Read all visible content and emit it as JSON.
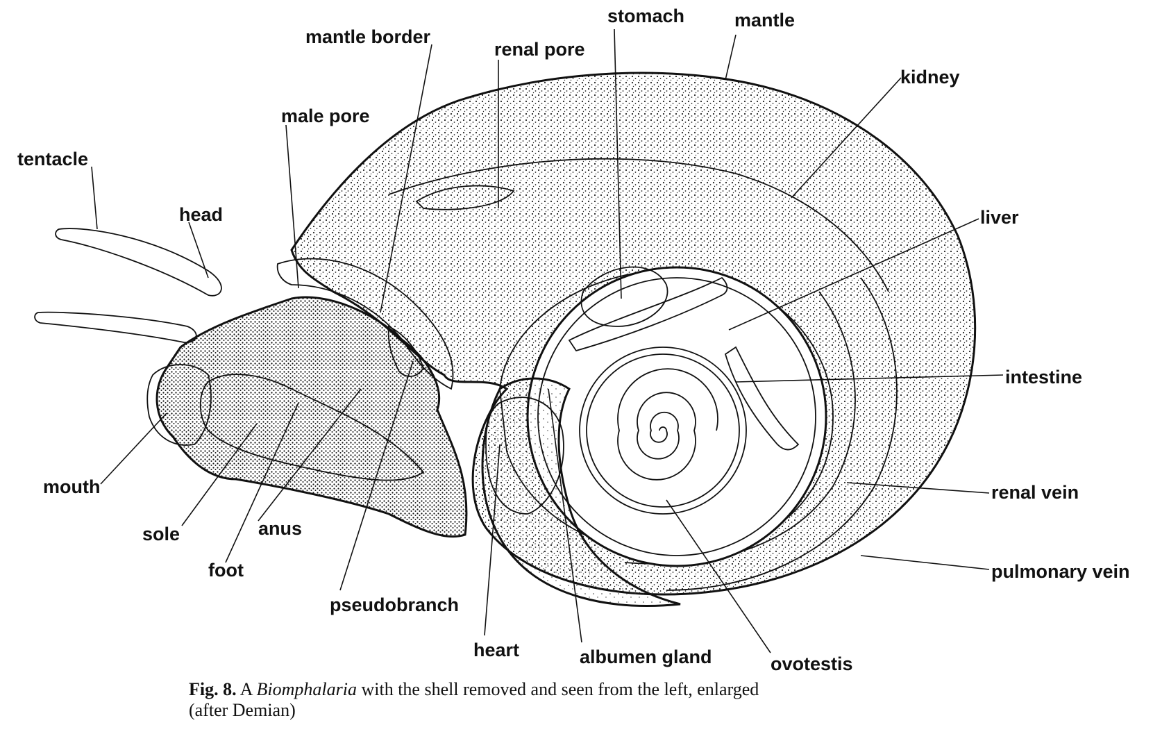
{
  "labels": {
    "stomach": "stomach",
    "mantle": "mantle",
    "mantle_border": "mantle border",
    "renal_pore": "renal pore",
    "kidney": "kidney",
    "male_pore": "male pore",
    "tentacle": "tentacle",
    "head": "head",
    "liver": "liver",
    "intestine": "intestine",
    "mouth": "mouth",
    "renal_vein": "renal vein",
    "sole": "sole",
    "anus": "anus",
    "foot": "foot",
    "pulmonary_vein": "pulmonary vein",
    "pseudobranch": "pseudobranch",
    "heart": "heart",
    "albumen_gland": "albumen gland",
    "ovotestis": "ovotestis"
  },
  "caption": {
    "fig_number": "Fig. 8.",
    "prefix": "A",
    "genus": "Biomphalaria",
    "text": "with the shell removed and seen from the left, enlarged",
    "credit": "(after Demian)"
  }
}
